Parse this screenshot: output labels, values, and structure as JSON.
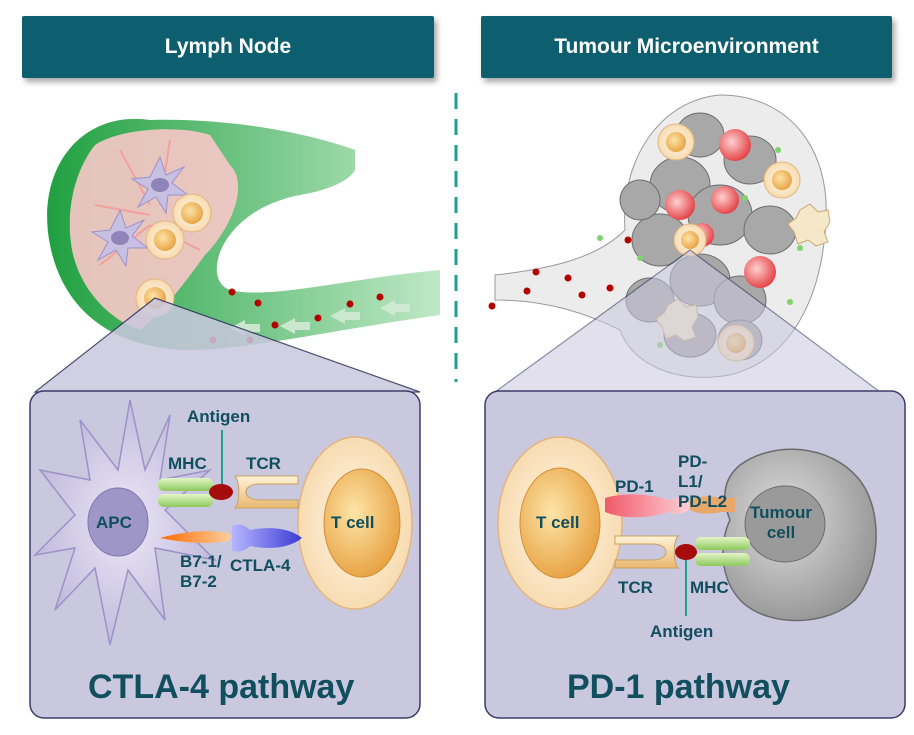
{
  "headers": {
    "left": "Lymph Node",
    "right": "Tumour Microenvironment"
  },
  "ctla4_panel": {
    "title": "CTLA-4 pathway",
    "labels": {
      "antigen": "Antigen",
      "mhc": "MHC",
      "tcr": "TCR",
      "apc": "APC",
      "t_cell": "T cell",
      "b7": "B7-1/\nB7-2",
      "ctla4": "CTLA-4"
    }
  },
  "pd1_panel": {
    "title": "PD-1 pathway",
    "labels": {
      "t_cell": "T cell",
      "pd1": "PD-1",
      "pdl": "PD-\nL1/\nPD-L2",
      "tumour_cell": "Tumour\ncell",
      "tcr": "TCR",
      "mhc": "MHC",
      "antigen": "Antigen"
    }
  },
  "colors": {
    "header_bg": "#0d5f6f",
    "panel_bg": "#c9c8de",
    "text_dark": "#114e5e",
    "lymph_green": "#2e9c47"
  }
}
